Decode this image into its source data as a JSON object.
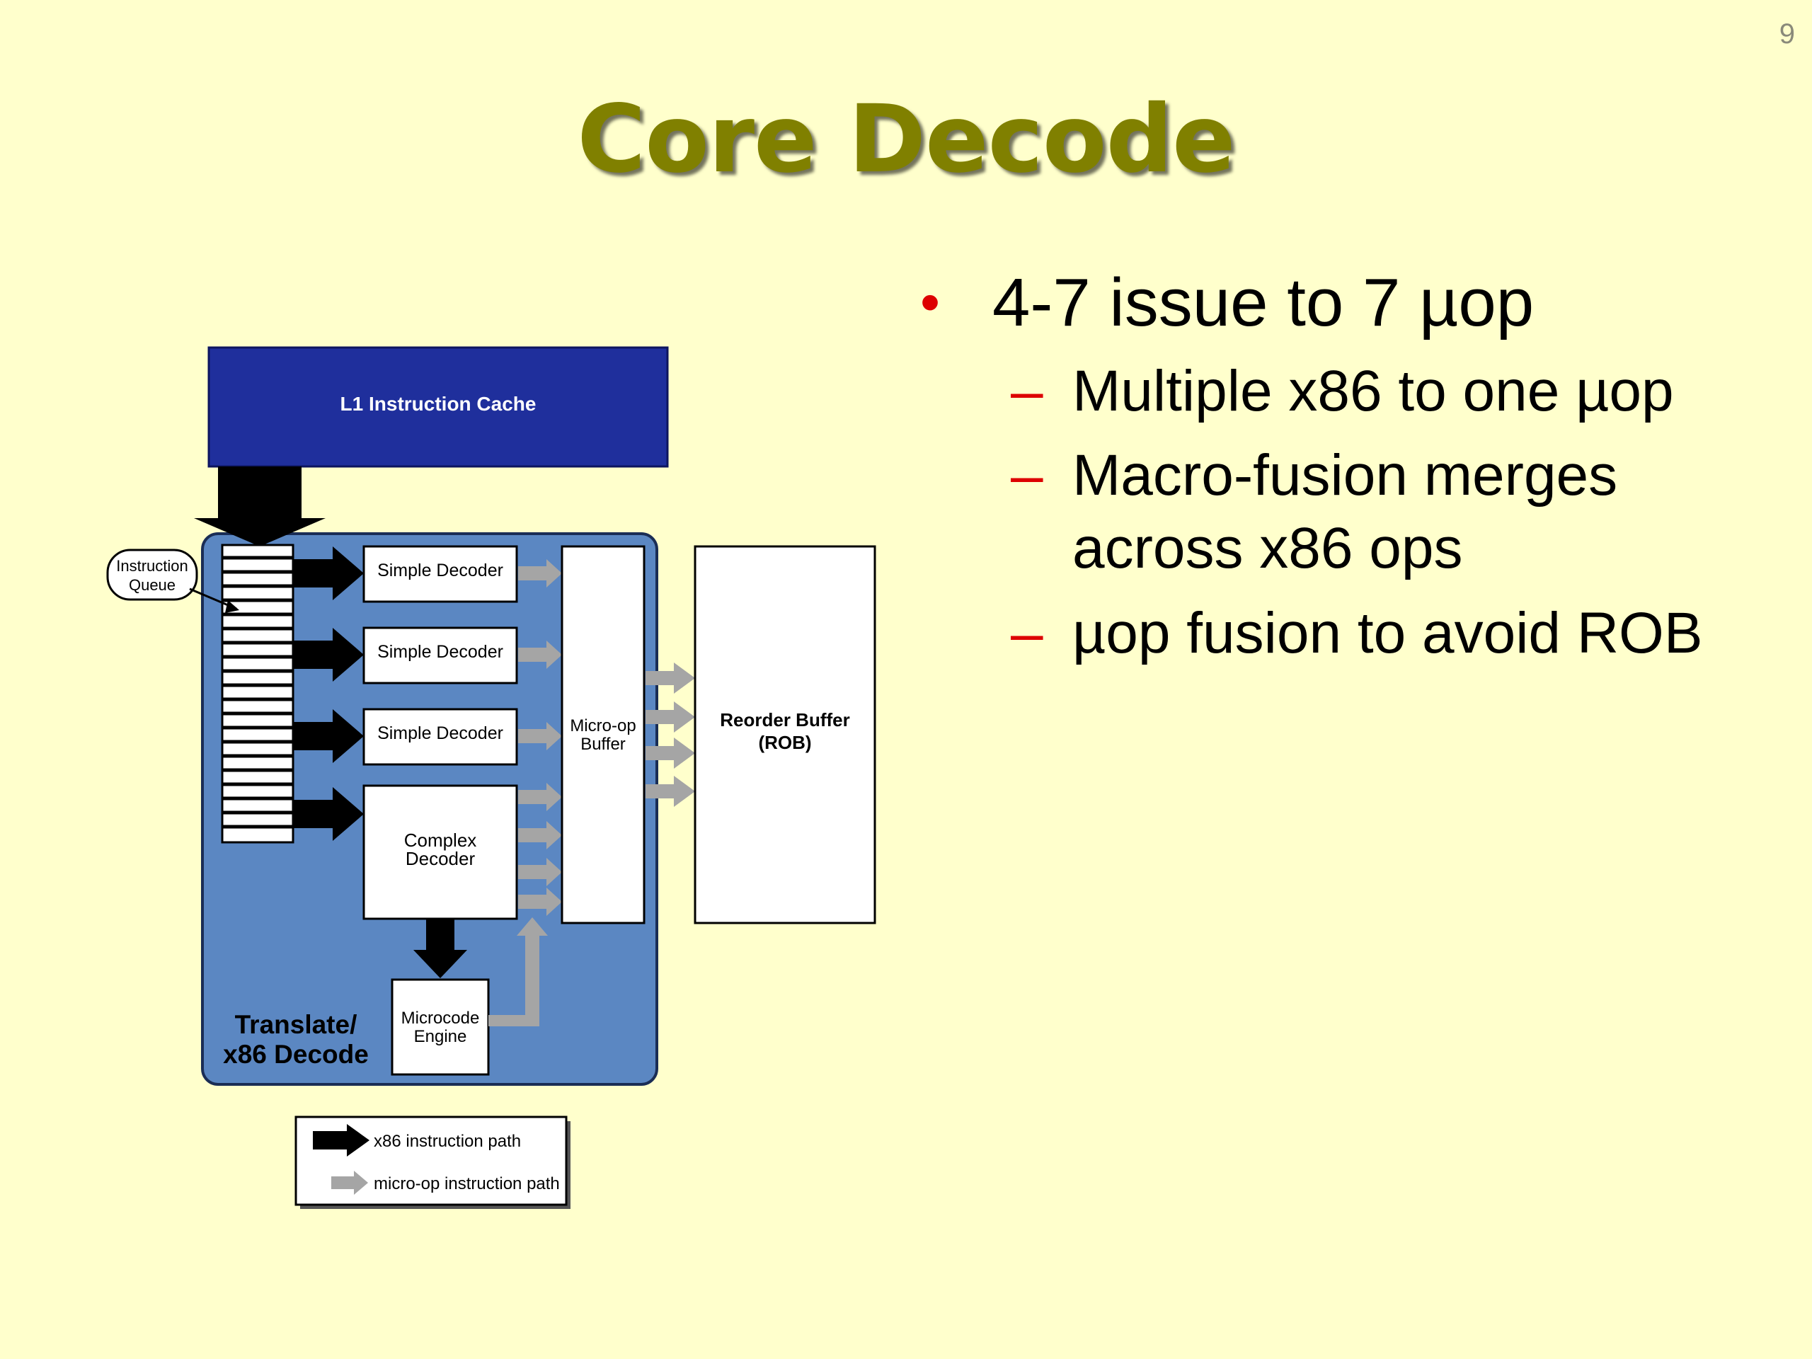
{
  "slide": {
    "page_number": "9",
    "title": "Core Decode"
  },
  "bullets": {
    "main": {
      "marker": "•",
      "text": "4-7 issue to 7 µop"
    },
    "subs": [
      {
        "marker": "–",
        "text": "Multiple x86 to one µop"
      },
      {
        "marker": "–",
        "text": "Macro-fusion merges across x86 ops"
      },
      {
        "marker": "–",
        "text": "µop fusion to avoid ROB"
      }
    ]
  },
  "diagram": {
    "l1_cache": "L1 Instruction Cache",
    "instruction_queue": [
      "Instruction",
      "Queue"
    ],
    "simple_decoder": "Simple Decoder",
    "complex_decoder": [
      "Complex",
      "Decoder"
    ],
    "microcode_engine": [
      "Microcode",
      "Engine"
    ],
    "microop_buffer": [
      "Micro-op",
      "Buffer"
    ],
    "reorder_buffer": [
      "Reorder Buffer",
      "(ROB)"
    ],
    "translate_label": [
      "Translate/",
      "x86 Decode"
    ],
    "legend": {
      "x86_path": "x86 instruction path",
      "microop_path": "micro-op instruction path"
    },
    "colors": {
      "cache_blue": "#1f2f9c",
      "decode_region_blue": "#5b87c2",
      "black_arrow": "#000000",
      "grey_arrow": "#a5a5a5"
    }
  }
}
